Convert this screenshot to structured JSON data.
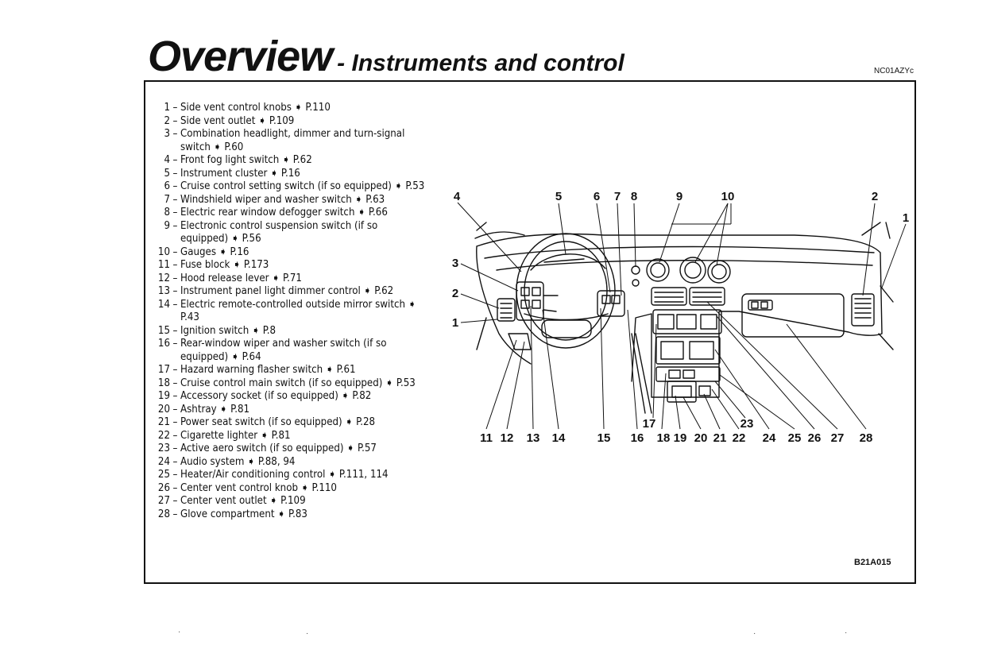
{
  "header": {
    "title": "Overview",
    "subtitle": "- Instruments and control",
    "doc_code": "NC01AZYc"
  },
  "legend": [
    {
      "num": "1",
      "text": "Side vent control knobs ➧ P.110"
    },
    {
      "num": "2",
      "text": "Side vent outlet ➧ P.109"
    },
    {
      "num": "3",
      "text": "Combination headlight, dimmer and turn-signal switch ➧ P.60"
    },
    {
      "num": "4",
      "text": "Front fog light switch ➧ P.62"
    },
    {
      "num": "5",
      "text": "Instrument cluster ➧ P.16"
    },
    {
      "num": "6",
      "text": "Cruise control setting switch (if so equipped) ➧ P.53"
    },
    {
      "num": "7",
      "text": "Windshield wiper and washer switch ➧ P.63"
    },
    {
      "num": "8",
      "text": "Electric rear window defogger switch ➧ P.66"
    },
    {
      "num": "9",
      "text": "Electronic control suspension switch (if so equipped) ➧ P.56"
    },
    {
      "num": "10",
      "text": "Gauges ➧ P.16"
    },
    {
      "num": "11",
      "text": "Fuse block ➧ P.173"
    },
    {
      "num": "12",
      "text": "Hood release lever ➧ P.71"
    },
    {
      "num": "13",
      "text": "Instrument panel light dimmer control ➧ P.62"
    },
    {
      "num": "14",
      "text": "Electric remote-controlled outside mirror switch ➧ P.43"
    },
    {
      "num": "15",
      "text": "Ignition switch ➧ P.8"
    },
    {
      "num": "16",
      "text": "Rear-window wiper and washer switch (if so equipped) ➧ P.64"
    },
    {
      "num": "17",
      "text": "Hazard warning flasher switch ➧ P.61"
    },
    {
      "num": "18",
      "text": "Cruise control main switch (if so equipped) ➧ P.53"
    },
    {
      "num": "19",
      "text": "Accessory socket (if so equipped) ➧ P.82"
    },
    {
      "num": "20",
      "text": "Ashtray ➧ P.81"
    },
    {
      "num": "21",
      "text": "Power seat switch (if so equipped) ➧ P.28"
    },
    {
      "num": "22",
      "text": "Cigarette lighter ➧ P.81"
    },
    {
      "num": "23",
      "text": "Active aero switch (if so equipped) ➧ P.57"
    },
    {
      "num": "24",
      "text": "Audio system ➧ P.88, 94"
    },
    {
      "num": "25",
      "text": "Heater/Air conditioning control ➧ P.111, 114"
    },
    {
      "num": "26",
      "text": "Center vent control knob ➧ P.110"
    },
    {
      "num": "27",
      "text": "Center vent outlet ➧ P.109"
    },
    {
      "num": "28",
      "text": "Glove compartment ➧ P.83"
    }
  ],
  "diagram": {
    "figure_code": "B21A015",
    "callouts_top": [
      "4",
      "5",
      "6",
      "7",
      "8",
      "9",
      "10",
      "2",
      "1"
    ],
    "callouts_left": [
      "3",
      "2",
      "1"
    ],
    "callouts_bottom": [
      "11",
      "12",
      "13",
      "14",
      "15",
      "16",
      "17",
      "18",
      "19",
      "20",
      "21",
      "22",
      "23",
      "24",
      "25",
      "26",
      "27",
      "28"
    ]
  }
}
